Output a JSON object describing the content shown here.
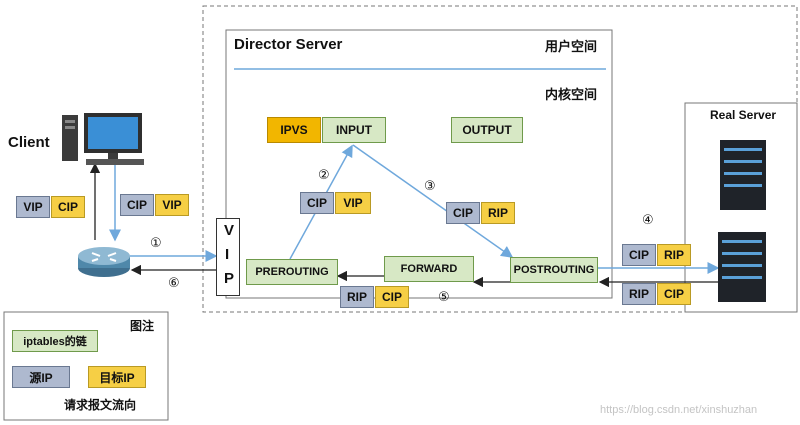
{
  "director": {
    "title": "Director Server",
    "user_space": "用户空间",
    "kernel_space": "内核空间"
  },
  "real_server": {
    "title": "Real Server"
  },
  "client": {
    "label": "Client"
  },
  "chains": {
    "ipvs": "IPVS",
    "input": "INPUT",
    "output": "OUTPUT",
    "prerouting": "PREROUTING",
    "forward": "FORWARD",
    "postrouting": "POSTROUTING"
  },
  "vip_vertical": [
    "V",
    "I",
    "P"
  ],
  "packets": {
    "client_out": {
      "a": "VIP",
      "b": "CIP"
    },
    "client_in": {
      "a": "CIP",
      "b": "VIP"
    },
    "step2": {
      "a": "CIP",
      "b": "VIP"
    },
    "step3": {
      "a": "CIP",
      "b": "RIP"
    },
    "step4": {
      "a": "CIP",
      "b": "RIP"
    },
    "reply_rs": {
      "a": "RIP",
      "b": "CIP"
    },
    "step5": {
      "a": "RIP",
      "b": "CIP"
    }
  },
  "steps": {
    "s1": "①",
    "s2": "②",
    "s3": "③",
    "s4": "④",
    "s5": "⑤",
    "s6": "⑥"
  },
  "legend": {
    "title": "图注",
    "chain": "iptables的链",
    "source": "源IP",
    "target": "目标IP",
    "flow": "请求报文流向"
  },
  "watermark": "https://blog.csdn.net/xinshuzhan",
  "colors": {
    "chain": "#d7e8c5",
    "ipvs": "#f2b600",
    "source_ip": "#aeb9cf",
    "target_ip": "#f6cf45",
    "flow_arrow": "#6fa8dc"
  }
}
